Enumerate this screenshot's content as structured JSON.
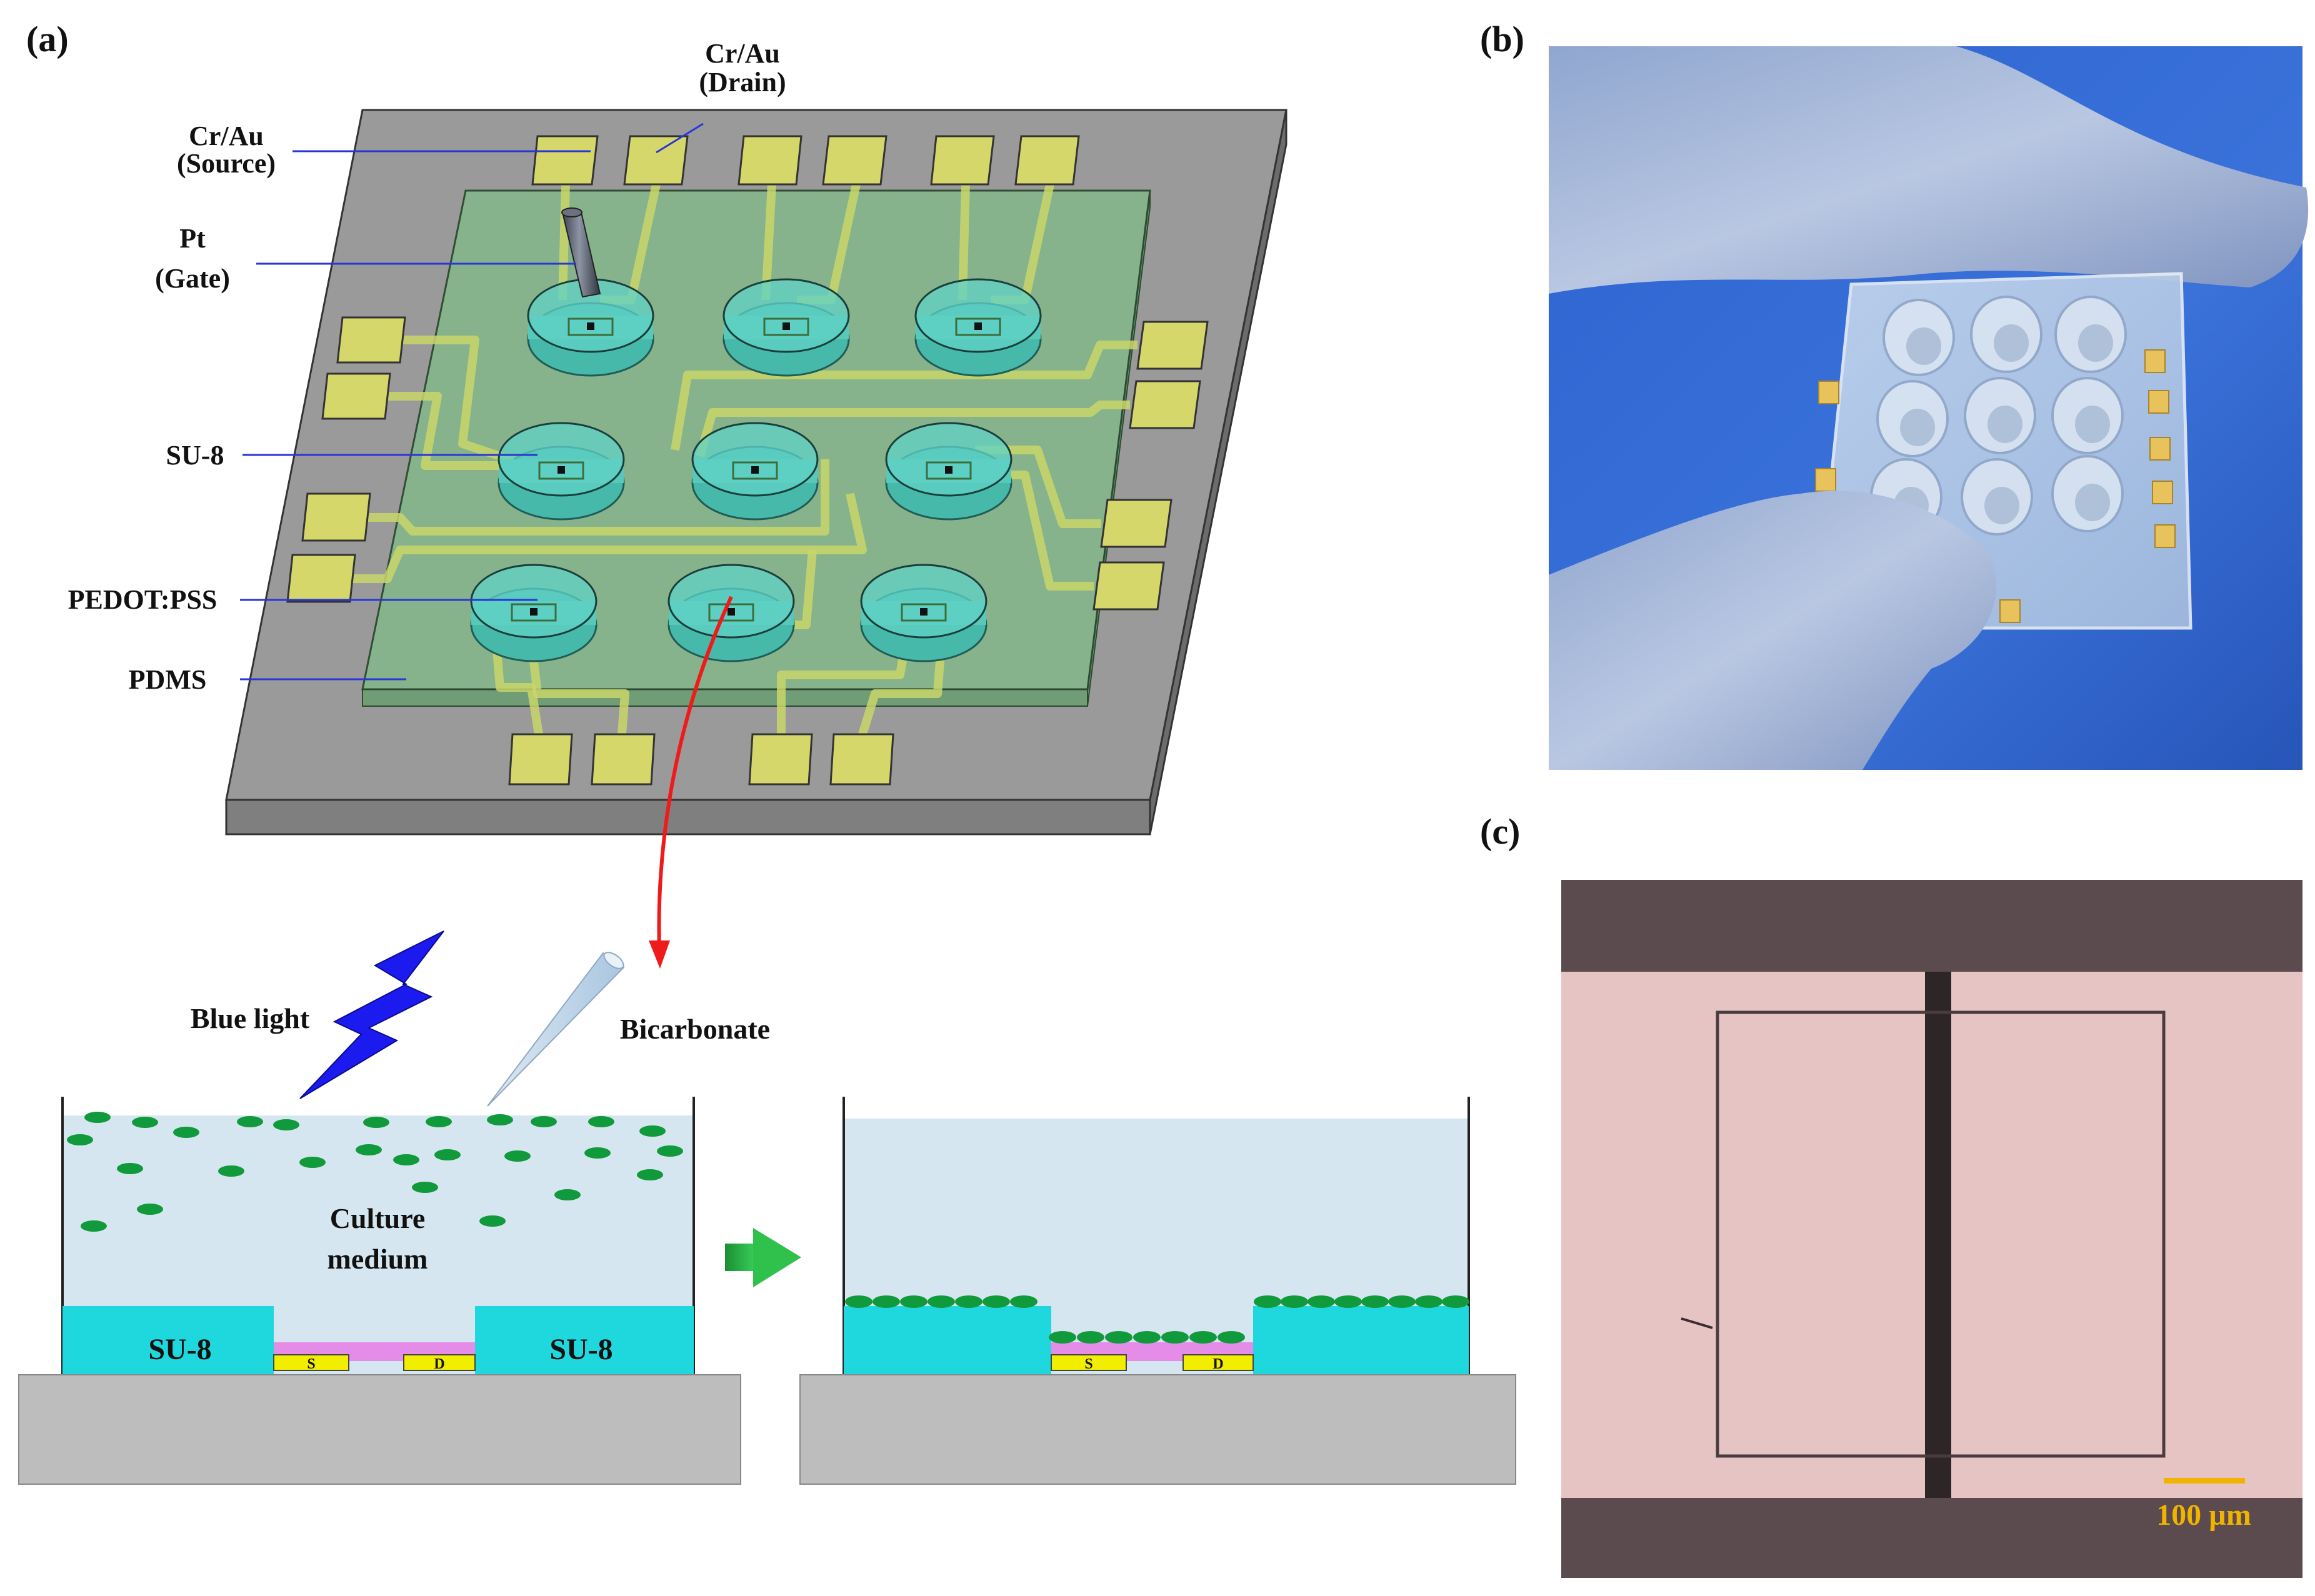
{
  "panels": {
    "a": "(a)",
    "b": "(b)",
    "c": "(c)"
  },
  "device_labels": {
    "cr_au": "Cr/Au",
    "source": "(Source)",
    "drain": "(Drain)",
    "pt": "Pt",
    "gate": "(Gate)",
    "su8": "SU-8",
    "pedot": "PEDOT:PSS",
    "pdms": "PDMS"
  },
  "cross_section": {
    "blue_light": "Blue light",
    "bicarbonate": "Bicarbonate",
    "culture": "Culture",
    "medium": "medium",
    "su8": "SU-8",
    "source_mark": "S",
    "drain_mark": "D"
  },
  "micrograph": {
    "scale_bar": "100 µm"
  },
  "colors": {
    "substrate_top": "#9a9a9a",
    "substrate_side": "#7c7c7c",
    "pdms": "#86b48c",
    "gold": "#d6d76a",
    "well": "#5fd2c6",
    "su8": "#1ed8de",
    "pedot": "#e58be8",
    "medium": "#d6e6f1",
    "cell": "#109a3c",
    "leader": "#2a36d8",
    "arrow_red": "#ef1b1b",
    "arrow_green": "#1fae3e",
    "scale": "#f0b400"
  },
  "icons": {
    "light": "lightning-bolt-icon",
    "pipette": "pipette-icon",
    "arrow": "right-arrow-icon"
  }
}
